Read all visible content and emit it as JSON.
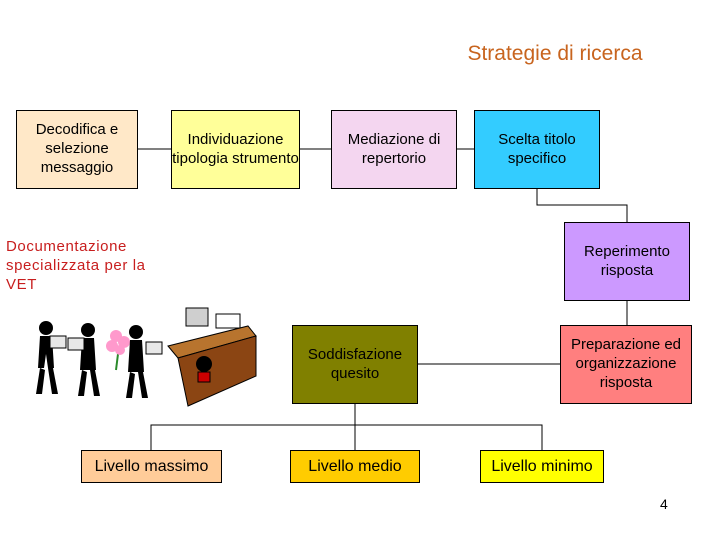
{
  "title": "Strategie di ricerca",
  "boxes": {
    "decodifica": "Decodifica e selezione messaggio",
    "individuazione": "Individuazione tipologia strumento",
    "mediazione": "Mediazione di repertorio",
    "scelta": "Scelta titolo specifico",
    "reperimento": "Reperimento risposta",
    "soddisfazione": "Soddisfazione quesito",
    "preparazione": "Preparazione ed organizzazione risposta"
  },
  "side_label": "Documentazione specializzata per la VET",
  "levels": {
    "massimo": "Livello massimo",
    "medio": "Livello medio",
    "minimo": "Livello minimo"
  },
  "page_number": "4",
  "colors": {
    "title": "#c8641e",
    "side_label": "#c81e1e",
    "decodifica": "#ffe8c8",
    "individuazione": "#ffff99",
    "mediazione": "#f4d6f0",
    "scelta": "#33ccff",
    "reperimento": "#cc99ff",
    "soddisfazione": "#808000",
    "preparazione": "#ff7f7f",
    "livello_massimo": "#ffcc99",
    "livello_medio": "#ffcc00",
    "livello_minimo": "#ffff00"
  },
  "clipart": "people-passing-boxes-and-flowers-to-office-desk-with-computer"
}
